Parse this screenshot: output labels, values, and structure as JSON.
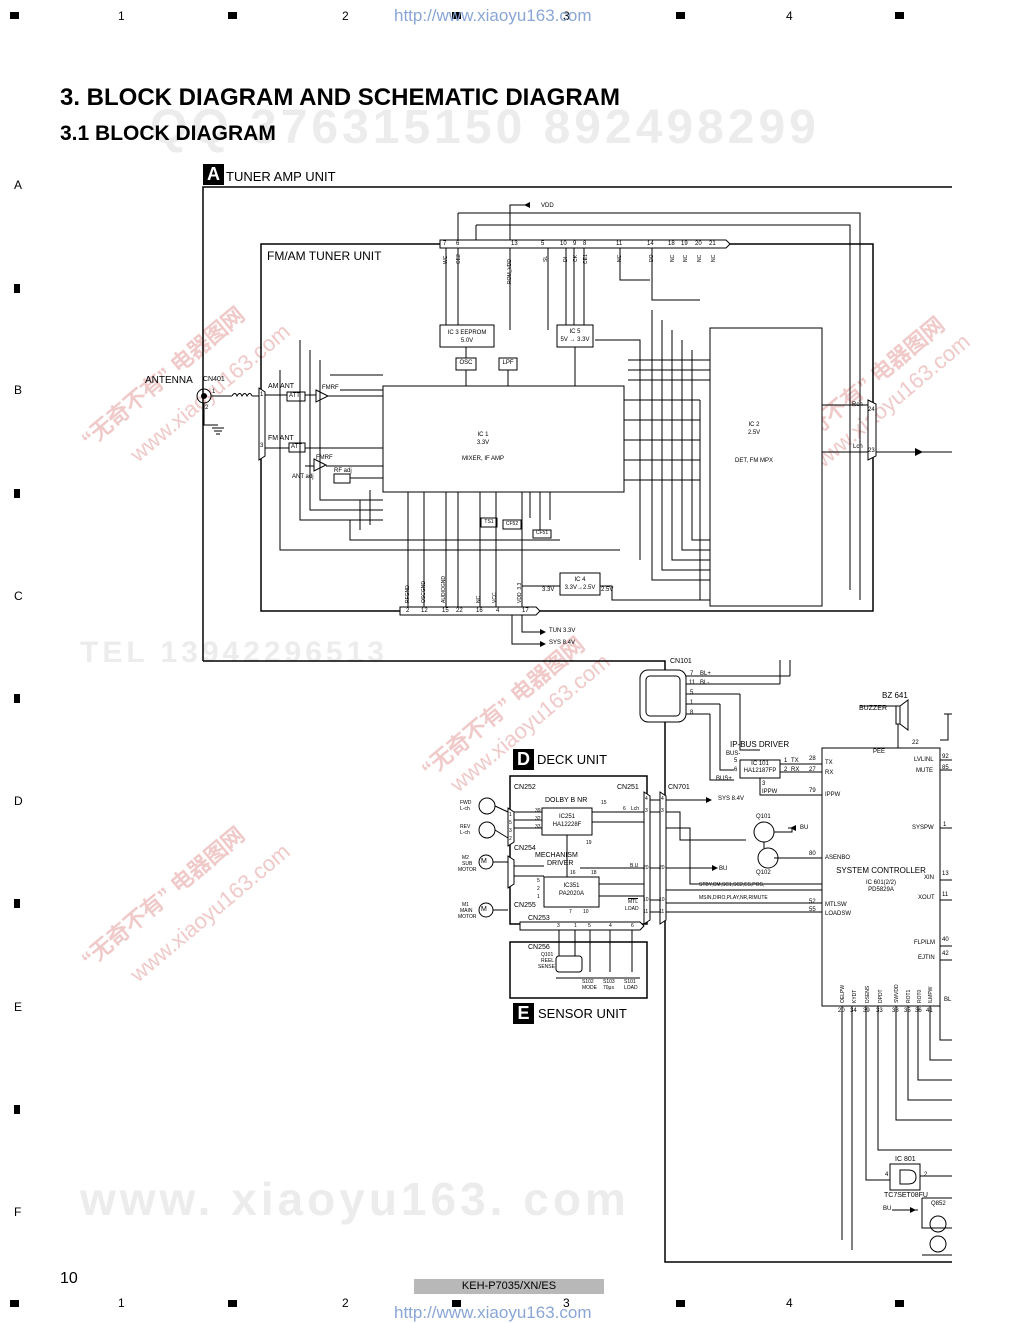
{
  "header": {
    "url": "http://www.xiaoyu163.com",
    "columns": [
      "1",
      "2",
      "3",
      "4"
    ],
    "rows": [
      "A",
      "B",
      "C",
      "D",
      "E",
      "F"
    ]
  },
  "titles": {
    "section": "3. BLOCK DIAGRAM AND SCHEMATIC DIAGRAM",
    "subsection": "3.1 BLOCK DIAGRAM"
  },
  "watermarks": {
    "numbers": "QQ 376315150  892498299",
    "tel": "TEL 13942296513",
    "site": "www. xiaoyu163. com",
    "cn": "“无奇不有” 电器图网",
    "site_short": "www.xiaoyu163.com"
  },
  "units": {
    "A": {
      "badge": "A",
      "title": "TUNER AMP UNIT"
    },
    "D": {
      "badge": "D",
      "title": "DECK UNIT"
    },
    "E": {
      "badge": "E",
      "title": "SENSOR UNIT"
    }
  },
  "tuner": {
    "title": "FM/AM TUNER UNIT",
    "vdd": "VDD",
    "top_pins": [
      "7",
      "6",
      "13",
      "5",
      "10",
      "9",
      "8",
      "11",
      "14",
      "18",
      "19",
      "20",
      "21"
    ],
    "top_signals": [
      "WC",
      "CE2",
      "ROM_VDD",
      "SL",
      "DI",
      "CK",
      "CE1",
      "NC",
      "DO",
      "NC",
      "NC",
      "NC",
      "NC"
    ],
    "bottom_pins": [
      "2",
      "12",
      "15",
      "22",
      "16",
      "4",
      "17"
    ],
    "bottom_signals": [
      "RFGND",
      "OSCGND",
      "AUDIOGND",
      "NC",
      "VCC",
      "VDD_3.3"
    ],
    "ic3": [
      "IC 3 EEPROM",
      "5.0V"
    ],
    "ic5": [
      "IC 5",
      "5V → 3.3V"
    ],
    "ic1": [
      "IC 1",
      "3.3V",
      "MIXER, IF AMP"
    ],
    "ic2": [
      "IC 2",
      "2.5V",
      "DET, FM MPX"
    ],
    "ic4": [
      "IC 4",
      "3.3V→2.5V"
    ],
    "osc": "OSC",
    "lpf": "LPF",
    "ts1": "TS1",
    "cf52": "CF52",
    "cf51": "CF51",
    "rch": "Rch",
    "lch": "Lch",
    "pin24": "24",
    "pin23": "23",
    "v33": "3.3V",
    "v25": "2.5V",
    "am_ant": "AM ANT",
    "fm_ant": "FM ANT",
    "att": "ATT",
    "fmrf": "FMRF",
    "rf_adj": "RF adj",
    "ant_adj": "ANT adj",
    "tun": "TUN 3.3V",
    "sys84": "SYS 8.4V"
  },
  "antenna": {
    "label": "ANTENNA",
    "cn": "CN401",
    "pin1": "1",
    "pin2": "2",
    "pin3": "3"
  },
  "cn101": {
    "label": "CN101",
    "pins": [
      "7",
      "11",
      "5",
      "1",
      "8"
    ],
    "signals": [
      "BL+",
      "BL-",
      "",
      "",
      ""
    ]
  },
  "ipbus": {
    "title": "IP-BUS DRIVER",
    "ic": [
      "IC 101",
      "HA12187FP"
    ],
    "bus_minus": "BUS-",
    "bus_plus": "BUS+",
    "pins_left": [
      "5",
      "6"
    ],
    "pins_right": [
      "1",
      "2"
    ],
    "tx": "TX",
    "rx": "RX",
    "ippw": "IPPW",
    "pin3": "3"
  },
  "buzzer": {
    "ref": "BZ 641",
    "label": "BUZZER",
    "pee": "PEE",
    "pin": "22"
  },
  "syscon": {
    "title": "SYSTEM CONTROLLER",
    "ic": [
      "IC 601(2/2)",
      "PD5829A"
    ],
    "left_pins": [
      {
        "pin": "28",
        "name": "TX"
      },
      {
        "pin": "27",
        "name": "RX"
      },
      {
        "pin": "79",
        "name": "IPPW"
      },
      {
        "pin": "80",
        "name": "ASENBO"
      },
      {
        "pin": "52",
        "name": "MTLSW"
      },
      {
        "pin": "55",
        "name": "LOADSW"
      }
    ],
    "right_pins": [
      {
        "pin": "92",
        "name": "LVLINL"
      },
      {
        "pin": "85",
        "name": "MUTE"
      },
      {
        "pin": "1",
        "name": "SYSPW"
      },
      {
        "pin": "13",
        "name": "XIN"
      },
      {
        "pin": "11",
        "name": "XOUT"
      },
      {
        "pin": "40",
        "name": "FLPILM"
      },
      {
        "pin": "42",
        "name": "EJTIN"
      }
    ],
    "bottom_pins": [
      "20",
      "34",
      "39",
      "33",
      "38",
      "35",
      "36",
      "41"
    ],
    "bottom_signals": [
      "OELPW",
      "KYDT",
      "DSENS",
      "DPDT",
      "SWVDD",
      "ROT1",
      "ROT0",
      "ILMPW"
    ],
    "bl": "BL"
  },
  "deck": {
    "cn252": "CN252",
    "cn251": "CN251",
    "cn701": "CN701",
    "cn254": "CN254",
    "cn255": "CN255",
    "cn253": "CN253",
    "dolby": "DOLBY B NR",
    "ic251": [
      "IC251",
      "HA12228F"
    ],
    "mech": [
      "MECHANISM",
      "DRIVER"
    ],
    "ic351": [
      "IC351",
      "PA2020A"
    ],
    "fwd": [
      "FWD",
      "L-ch"
    ],
    "rev": [
      "REV",
      "L-ch"
    ],
    "m2": [
      "M2",
      "SUB",
      "MOTOR"
    ],
    "m1": [
      "M1",
      "MAIN",
      "MOTOR"
    ],
    "pins_39_32_33": [
      "39",
      "32",
      "33"
    ],
    "pin15": "15",
    "pin6": "6",
    "lch": "Lch",
    "pin19": "19",
    "bu": "B.U",
    "mtl": "MTL",
    "load": "LOAD",
    "cn_pins": [
      "4",
      "3",
      "20",
      "10",
      "11"
    ],
    "bottom_pins": [
      "3",
      "1",
      "5",
      "4",
      "6"
    ],
    "cn252_pins": [
      "1",
      "5",
      "3",
      "2"
    ],
    "mech_pins": [
      "5",
      "2",
      "1",
      "16",
      "18"
    ],
    "pins_7_10": [
      "7",
      "10"
    ],
    "sys84": "SYS 8.4V",
    "bu_label": "BU",
    "bus_line1": "STBY,CM,SC1,SC2,ES,POS,",
    "bus_line2": "MSIN,DIRO,PLAY,NR,RIMUTE"
  },
  "sensor": {
    "cn256": "CN256",
    "q101": [
      "Q101",
      "REEL",
      "SENSE"
    ],
    "s102": [
      "S102",
      "MODE"
    ],
    "s103": [
      "S103",
      "70μs"
    ],
    "s101": [
      "S101",
      "LOAD"
    ]
  },
  "q101": "Q101",
  "q102": "Q102",
  "ic801": {
    "ref": "IC 801",
    "part": "TC7SET08FU",
    "pin4": "4",
    "pin2": "2"
  },
  "q852": "Q852",
  "bu": "BU",
  "footer": {
    "page": "10",
    "model": "KEH-P7035/XN/ES"
  }
}
